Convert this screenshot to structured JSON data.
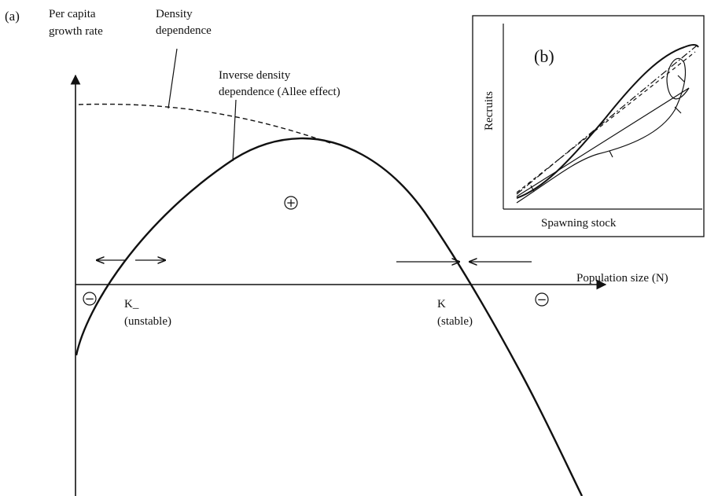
{
  "panel_a": {
    "panel_label": "(a)",
    "y_axis_label_line1": "Per capita",
    "y_axis_label_line2": "growth rate",
    "x_axis_label": "Population size (N)",
    "density_label_line1": "Density",
    "density_label_line2": "dependence",
    "allee_label_line1": "Inverse density",
    "allee_label_line2": "dependence (Allee effect)",
    "plus_sign": "+",
    "minus_sign": "−",
    "k_minus_label": "K_",
    "k_minus_note": "(unstable)",
    "k_label": "K",
    "k_note": "(stable)"
  },
  "panel_b": {
    "panel_label": "(b)",
    "x_axis_label": "Spawning stock",
    "y_axis_label": "Recruits"
  }
}
